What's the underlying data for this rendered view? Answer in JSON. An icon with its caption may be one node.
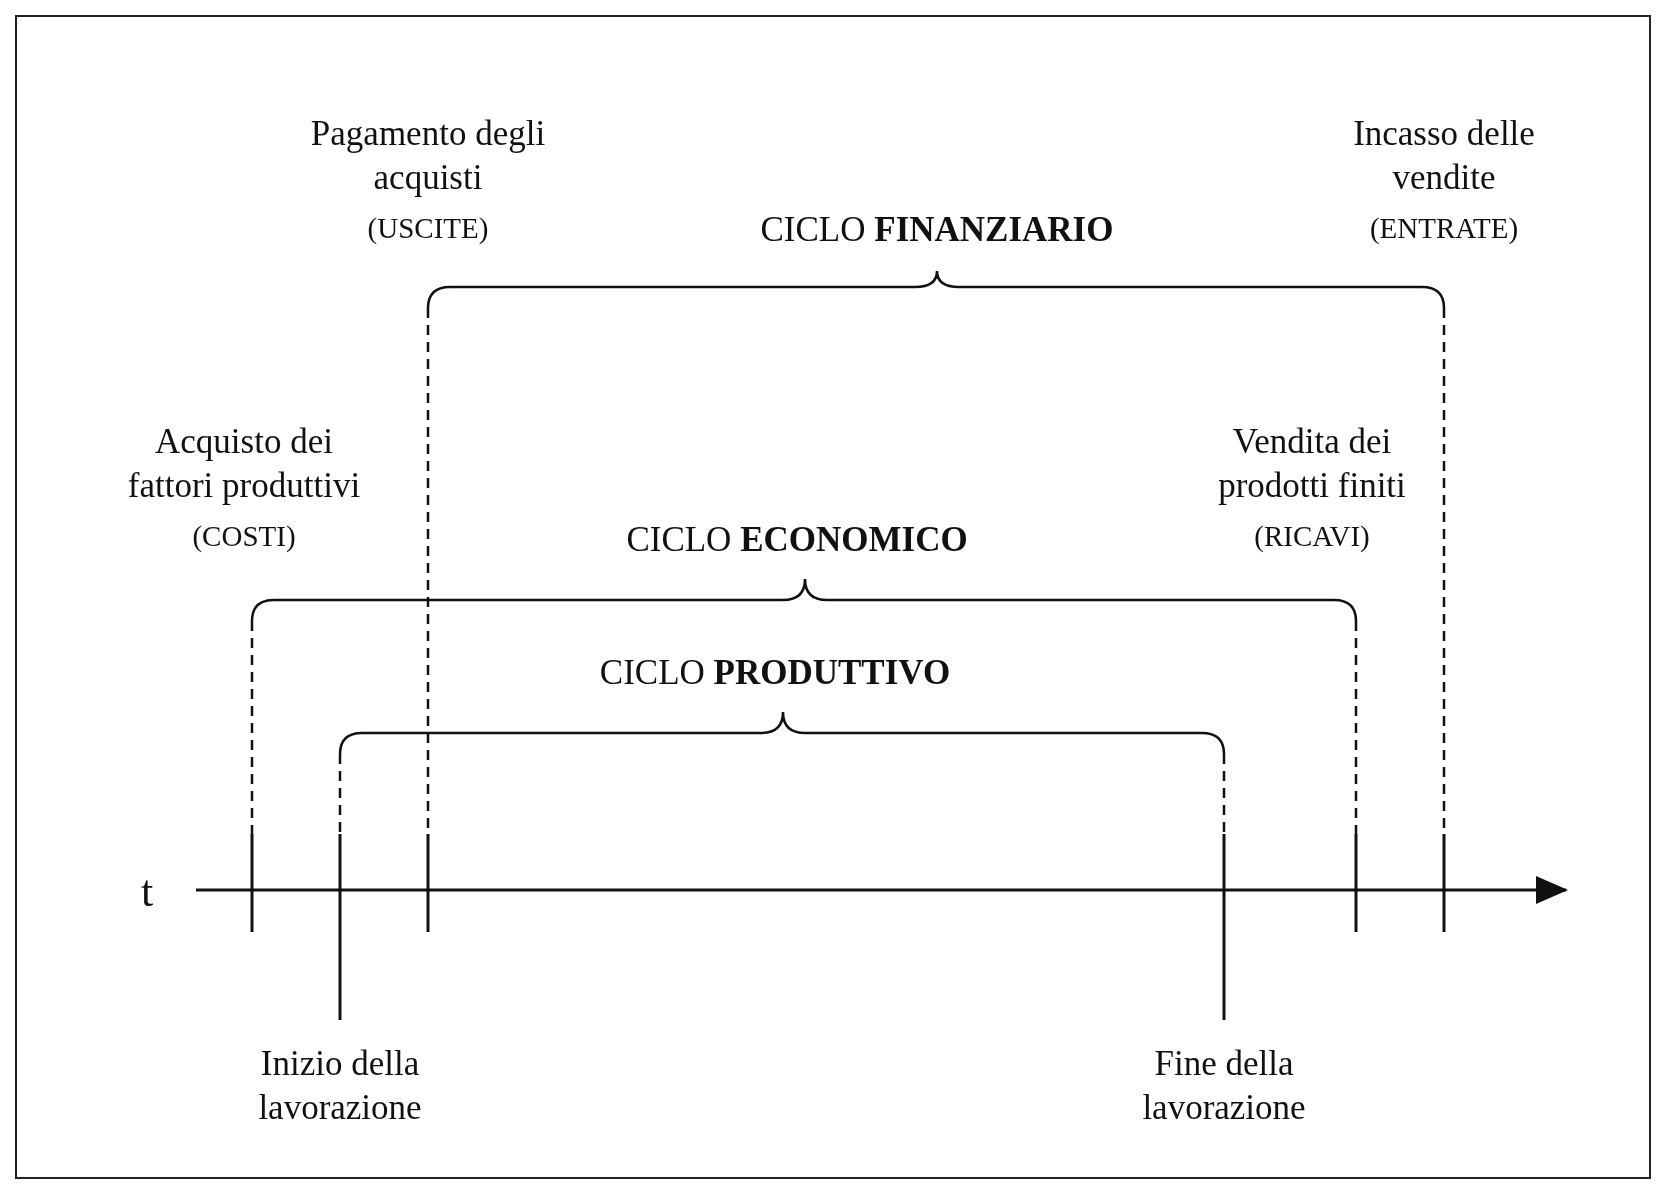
{
  "diagram": {
    "labels": [
      "Pagamento degli acquisti",
      "(USCITE)",
      "Incasso delle vendite",
      "(ENTRATE)",
      "CICLO **FINANZIARIO**",
      "Acquisto dei fattori produttivi",
      "(COSTI)",
      "Vendita dei prodotti finiti",
      "(RICAVI)",
      "CICLO **ECONOMICO**",
      "CICLO **PRODUTTIVO**",
      "t",
      "Inizio della lavorazione",
      "Fine della lavorazione"
    ]
  }
}
